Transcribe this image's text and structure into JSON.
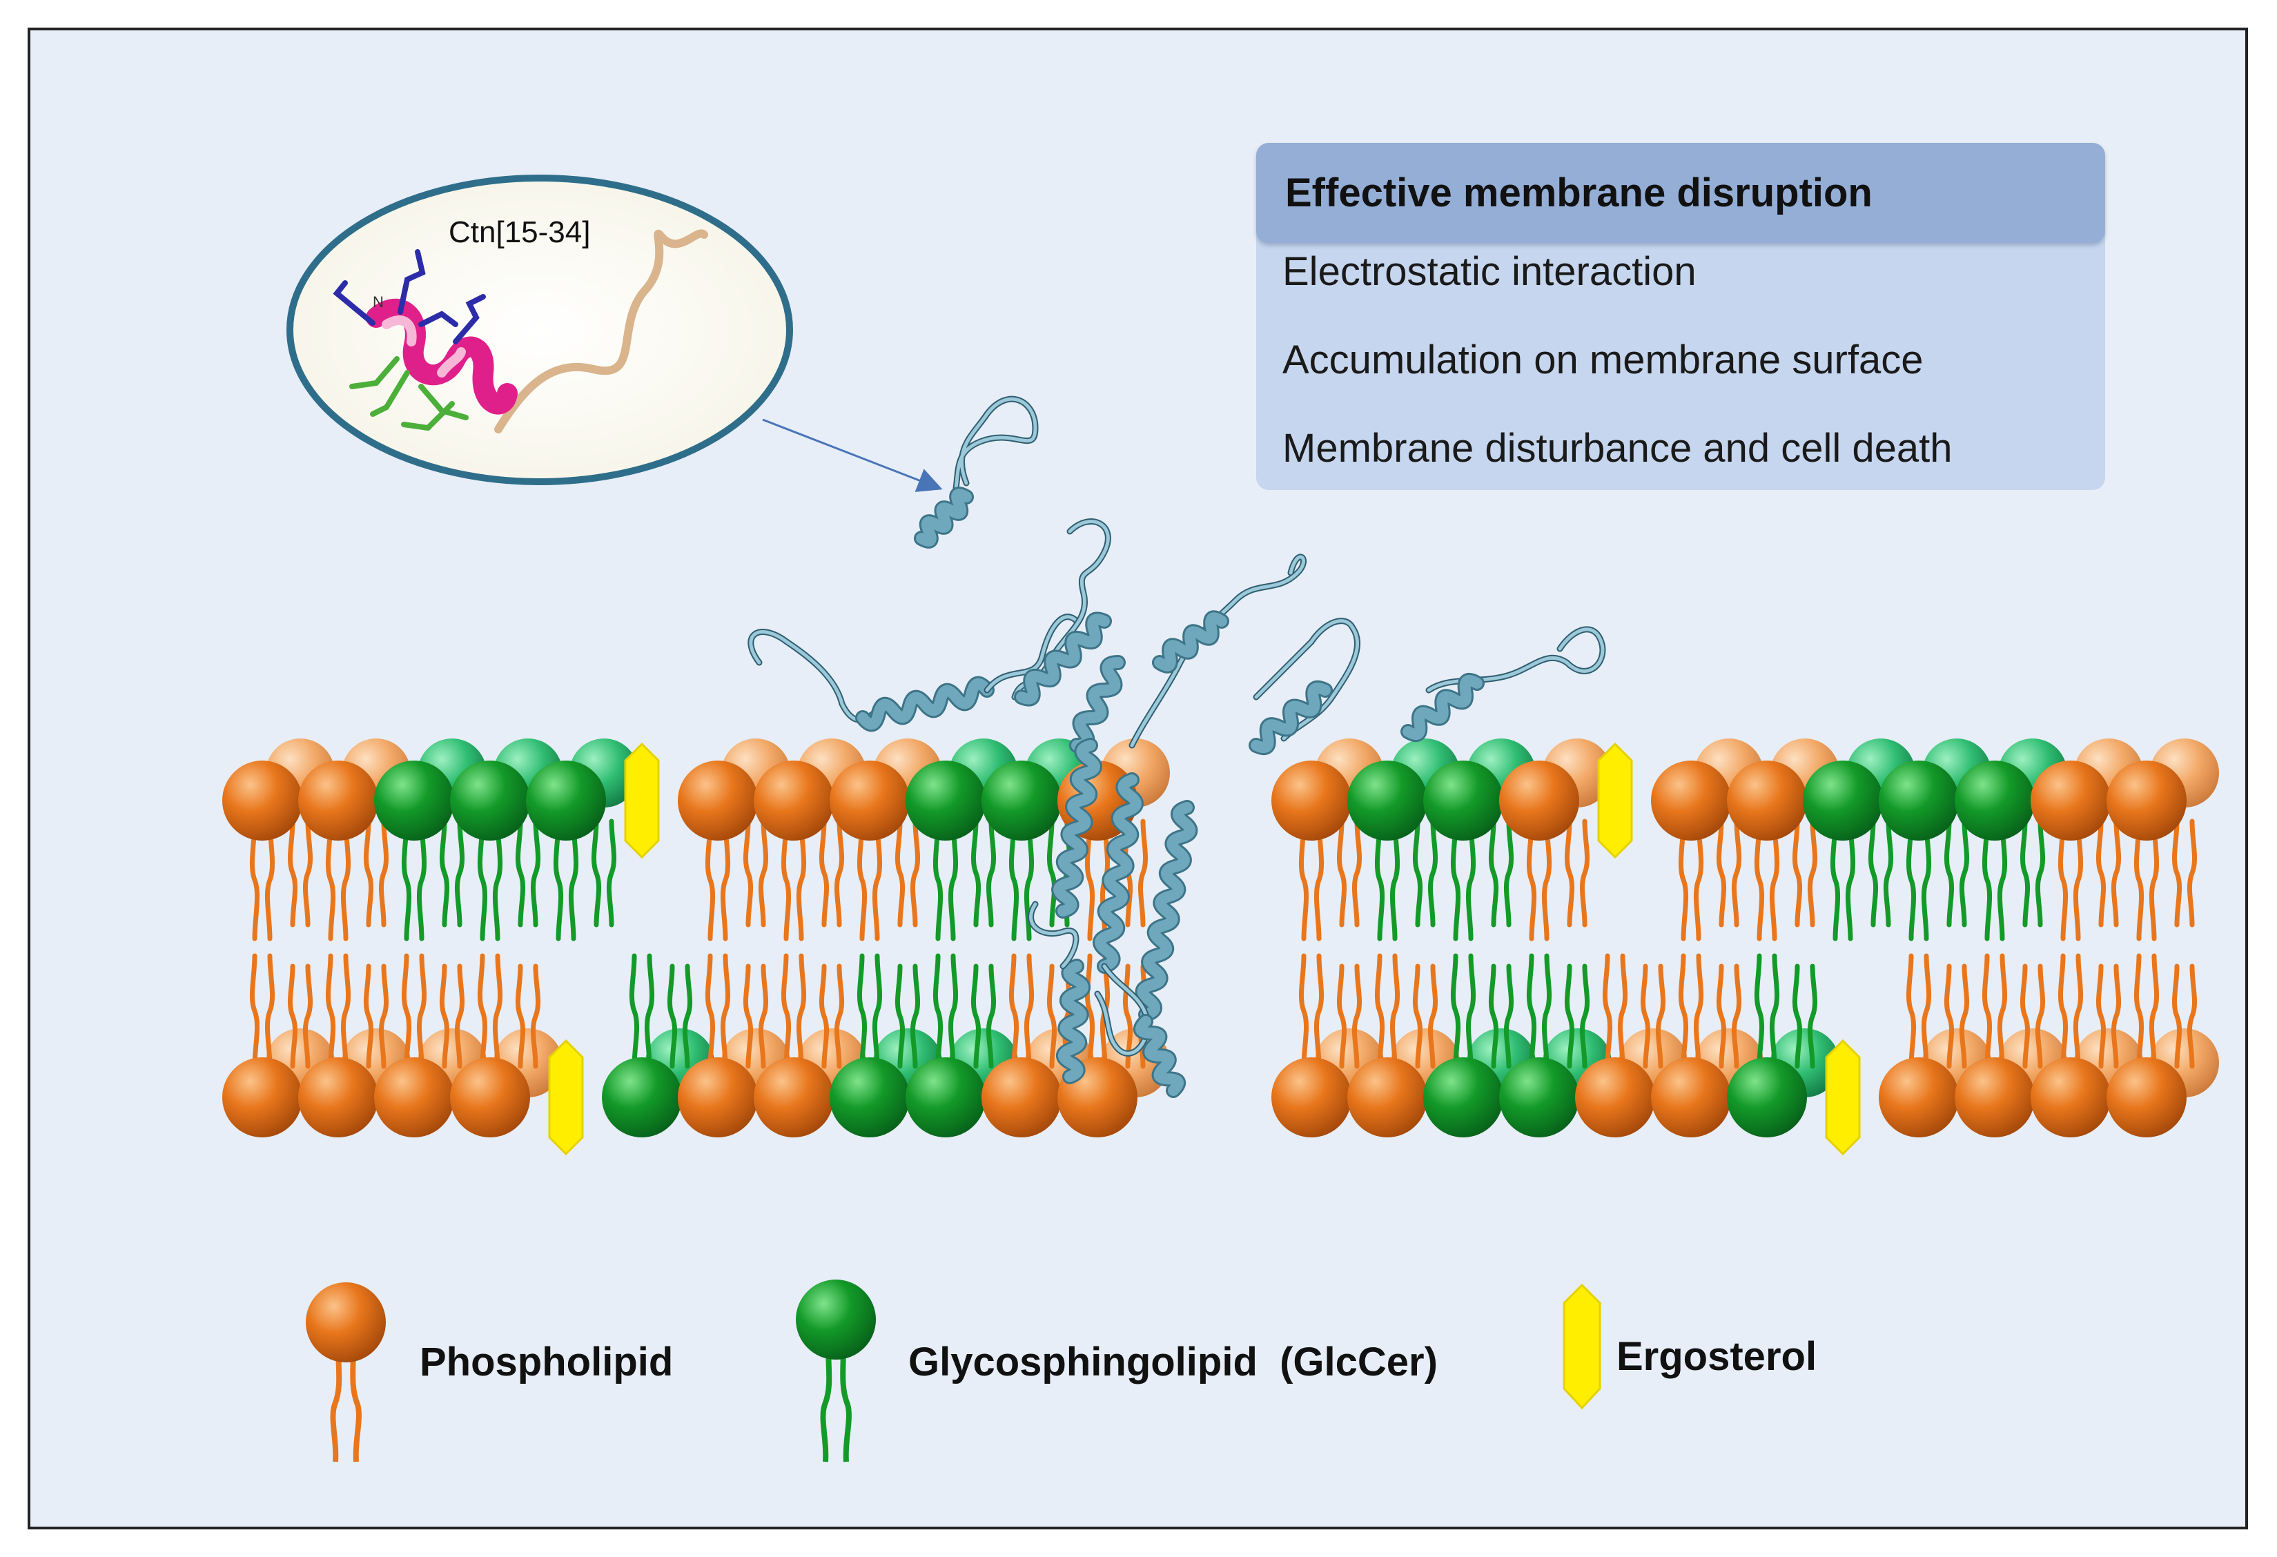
{
  "info_box": {
    "title": "Effective membrane disruption",
    "lines": [
      "Electrostatic interaction",
      "Accumulation on membrane surface",
      "Membrane disturbance and cell death"
    ]
  },
  "peptide_inset": {
    "label": "Ctn[15-34]",
    "n_terminus": "N"
  },
  "legend": {
    "phospholipid": "Phospholipid",
    "glycosphingolipid": "Glycosphingolipid  (GlcCer)",
    "ergosterol": "Ergosterol"
  },
  "colors": {
    "background": "#e7eef7",
    "phospholipid": "#e8761c",
    "glycosphingolipid": "#139a28",
    "ergosterol": "#ffee00",
    "peptide": "#6fa8bc",
    "info_header": "#94aed6",
    "info_body": "#c6d6ee"
  },
  "membrane": {
    "upper_leaflet": [
      "P",
      "P",
      "G",
      "G",
      "G",
      "E",
      "P",
      "P",
      "P",
      "G",
      "G",
      "P",
      "gap",
      "P",
      "G",
      "G",
      "P",
      "E",
      "P",
      "P",
      "G",
      "G",
      "G",
      "P",
      "P"
    ],
    "lower_leaflet": [
      "P",
      "P",
      "P",
      "P",
      "E",
      "G",
      "P",
      "P",
      "G",
      "G",
      "P",
      "P",
      "gap",
      "P",
      "P",
      "G",
      "G",
      "P",
      "P",
      "G",
      "E",
      "P",
      "P",
      "P",
      "P"
    ]
  }
}
